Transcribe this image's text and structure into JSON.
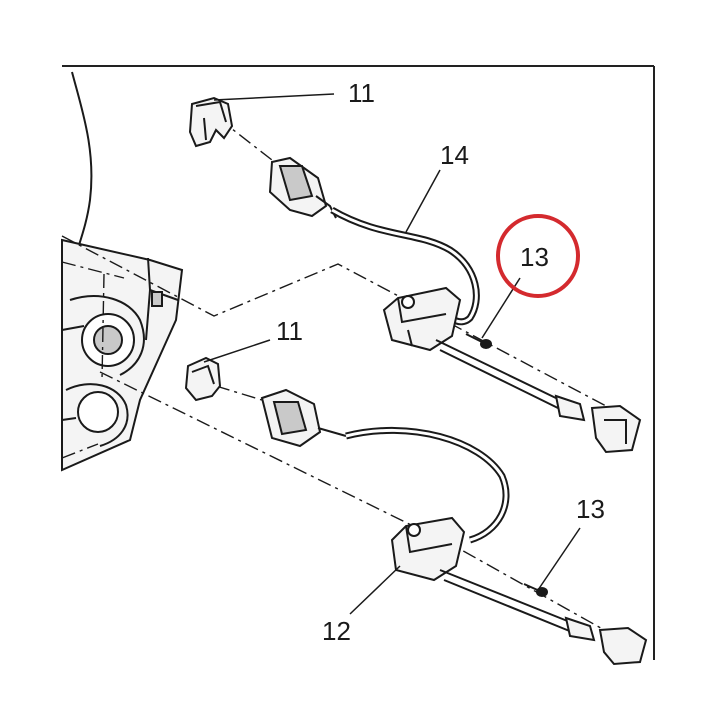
{
  "diagram": {
    "callouts": [
      {
        "id": "c1",
        "label": "11"
      },
      {
        "id": "c2",
        "label": "14"
      },
      {
        "id": "c3",
        "label": "13"
      },
      {
        "id": "c4",
        "label": "11"
      },
      {
        "id": "c5",
        "label": "13"
      },
      {
        "id": "c6",
        "label": "12"
      }
    ],
    "highlight": {
      "target_label": "13",
      "color": "#d42a2e"
    },
    "colors": {
      "line": "#1a1a1a",
      "frame": "#222222",
      "part_fill": "#f4f4f4",
      "shade": "#c9c9c9"
    }
  }
}
